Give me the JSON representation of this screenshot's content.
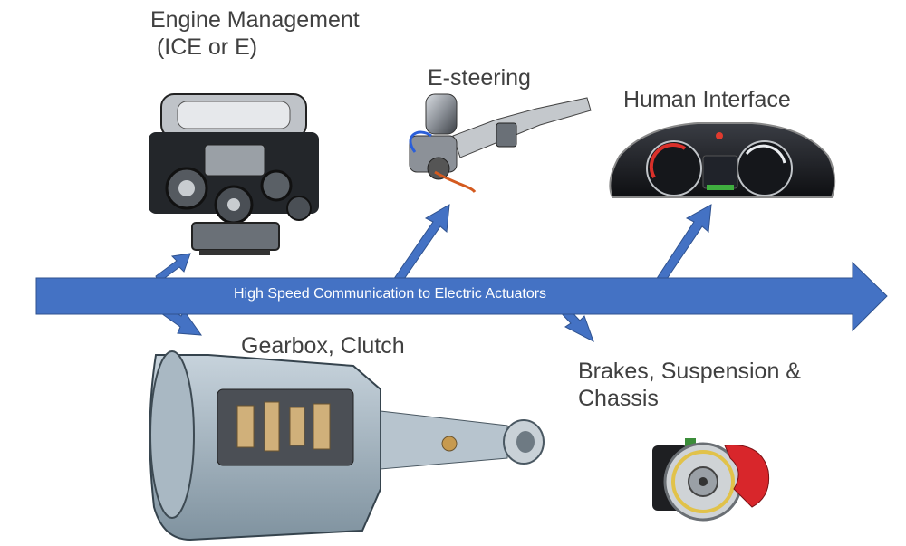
{
  "bus": {
    "label": "High Speed Communication to Electric Actuators"
  },
  "components": {
    "engine": {
      "line1": "Engine Management",
      "line2": " (ICE or E)"
    },
    "steering": {
      "label": "E-steering"
    },
    "hmi": {
      "label": "Human Interface"
    },
    "gearbox": {
      "label": "Gearbox, Clutch"
    },
    "brakes": {
      "line1": "Brakes, Suspension &",
      "line2": "Chassis"
    }
  },
  "colors": {
    "arrow_fill": "#4472C4",
    "arrow_stroke": "#2F528F",
    "label_text": "#404040",
    "bus_text": "#ffffff"
  },
  "icons": [
    "engine-image",
    "steering-column-image",
    "instrument-cluster-image",
    "gearbox-image",
    "brake-disc-image"
  ]
}
